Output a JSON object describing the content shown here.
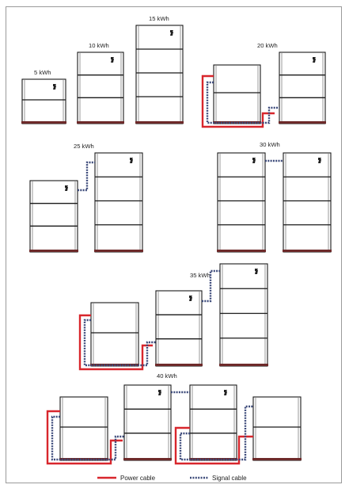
{
  "configurations": [
    {
      "label": "5 kWh",
      "modules": 1
    },
    {
      "label": "10 kWh",
      "modules": 2
    },
    {
      "label": "15 kWh",
      "modules": 3
    },
    {
      "label": "20 kWh",
      "modules": 4
    },
    {
      "label": "25 kWh",
      "modules": 5
    },
    {
      "label": "30 kWh",
      "modules": 6
    },
    {
      "label": "35 kWh",
      "modules": 7
    },
    {
      "label": "40 kWh",
      "modules": 8
    }
  ],
  "legend": {
    "power_label": "Power cable",
    "signal_label": "Signal cable"
  },
  "colors": {
    "power_cable": "#d8262c",
    "signal_cable": "#3c4a7a",
    "cabinet_stroke": "#1a1a1a"
  }
}
